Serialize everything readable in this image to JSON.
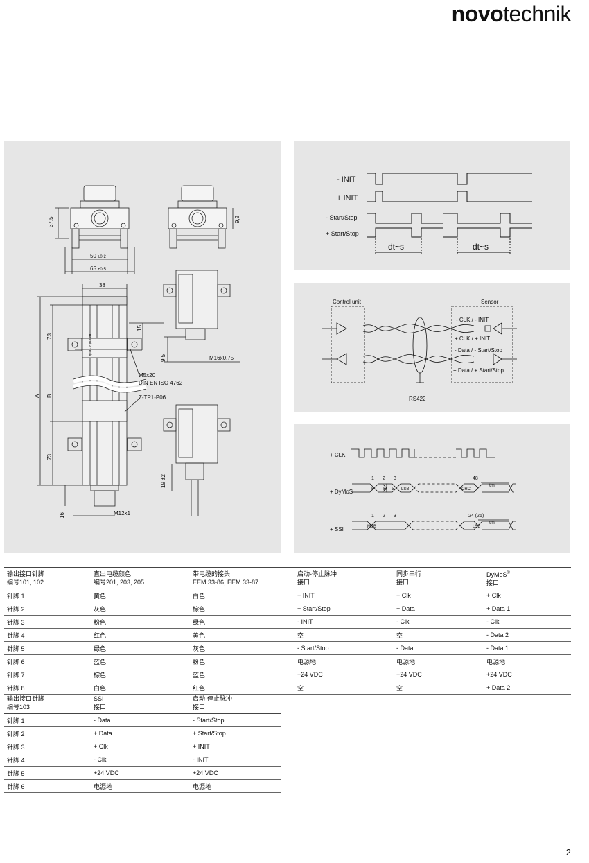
{
  "brand": {
    "bold": "novo",
    "light": "technik"
  },
  "drawing": {
    "dim_375": "37,5",
    "dim_92": "9,2",
    "dim_50": "50",
    "dim_50_tol": "±0,2",
    "dim_65": "65",
    "dim_65_tol": "±0,5",
    "dim_38": "38",
    "dim_73a": "73",
    "dim_73b": "73",
    "dim_A": "A",
    "dim_B": "B",
    "dim_15": "15",
    "dim_95": "9,5",
    "dim_16": "16",
    "dim_19": "19 ±2",
    "m16": "M16x0,75",
    "m5": "M5x20",
    "din": "DIN EN ISO 4762",
    "ztp": "Z-TP1-P06",
    "m12": "M12x1",
    "housing_text": "novotechnik"
  },
  "timing": {
    "minus_init": "- INIT",
    "plus_init": "+ INIT",
    "minus_ss": "- Start/Stop",
    "plus_ss": "+ Start/Stop",
    "dt1": "dt~s",
    "dt2": "dt~s"
  },
  "circuit": {
    "control": "Control unit",
    "sensor": "Sensor",
    "l1": "- CLK  / - INIT",
    "l2": "+ CLK  / + INIT",
    "l3": "- Data  / - Start/Stop",
    "l4": "+ Data  / + Start/Stop",
    "rs": "RS422"
  },
  "protocol": {
    "clk": "+ CLK",
    "dymos": "+ DyMoS",
    "ssi": "+ SSI",
    "n1": "1",
    "n2": "2",
    "n3": "3",
    "n48": "48",
    "n24": "24 (25)",
    "F": "F",
    "E": "E",
    "S": "S",
    "LSB": "LSB",
    "CRC": "CRC",
    "tm": "tm",
    "MSB": "MSB"
  },
  "table1": {
    "headers": [
      [
        "输出接口针脚",
        "编号101, 102"
      ],
      [
        "直出电缆颜色",
        "编号201, 203, 205"
      ],
      [
        "带电缆的接头",
        "EEM 33-86, EEM 33-87"
      ],
      [
        "启动-停止脉冲",
        "接口"
      ],
      [
        "同步串行",
        "接口"
      ],
      [
        "DyMoS",
        "接口"
      ]
    ],
    "dymos_sup": "®",
    "rows": [
      [
        "针脚 1",
        "黄色",
        "白色",
        "+ INIT",
        "+ Clk",
        "+ Clk"
      ],
      [
        "针脚 2",
        "灰色",
        "棕色",
        "+ Start/Stop",
        "+ Data",
        "+ Data 1"
      ],
      [
        "针脚 3",
        "粉色",
        "绿色",
        "- INIT",
        "- Clk",
        "- Clk"
      ],
      [
        "针脚 4",
        "红色",
        "黄色",
        "空",
        "空",
        "- Data 2"
      ],
      [
        "针脚 5",
        "绿色",
        "灰色",
        "- Start/Stop",
        "- Data",
        "- Data 1"
      ],
      [
        "针脚 6",
        "蓝色",
        "粉色",
        "电源地",
        "电源地",
        "电源地"
      ],
      [
        "针脚 7",
        "棕色",
        "蓝色",
        "+24 VDC",
        "+24 VDC",
        "+24 VDC"
      ],
      [
        "针脚 8",
        "白色",
        "红色",
        "空",
        "空",
        "+ Data 2"
      ]
    ]
  },
  "table2": {
    "headers": [
      [
        "输出接口针脚",
        "编号103"
      ],
      [
        "SSI",
        "接口"
      ],
      [
        "启动-停止脉冲",
        "接口"
      ]
    ],
    "rows": [
      [
        "针脚 1",
        "- Data",
        "- Start/Stop"
      ],
      [
        "针脚 2",
        "+ Data",
        "+ Start/Stop"
      ],
      [
        "针脚 3",
        "+ Clk",
        "+ INIT"
      ],
      [
        "针脚 4",
        "- Clk",
        "- INIT"
      ],
      [
        "针脚 5",
        "+24 VDC",
        "+24 VDC"
      ],
      [
        "针脚 6",
        "电源地",
        "电源地"
      ]
    ]
  },
  "page": {
    "number": "2"
  }
}
